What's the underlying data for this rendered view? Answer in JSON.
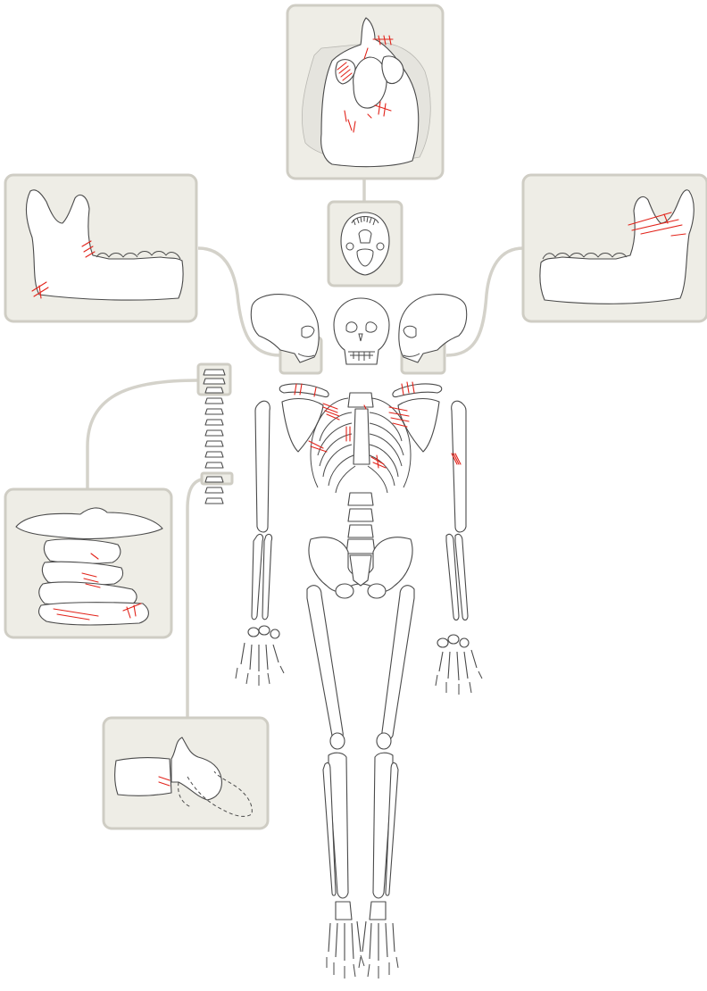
{
  "figure": {
    "background": "#ffffff",
    "colors": {
      "panel_fill": "#eeede6",
      "panel_border": "#cfcdc4",
      "connector": "#d4d2ca",
      "bone_outline": "#4a4a4a",
      "cut_marks": "#e2231a"
    },
    "insets": [
      {
        "id": "cranium-base",
        "icon": "cranium-inferior-icon"
      },
      {
        "id": "skull-inferior",
        "icon": "skull-inferior-icon"
      },
      {
        "id": "mandible-left",
        "icon": "mandible-icon"
      },
      {
        "id": "mandible-right",
        "icon": "mandible-icon"
      },
      {
        "id": "cervical-vertebrae",
        "icon": "vertebrae-icon"
      },
      {
        "id": "lumbar-vertebra",
        "icon": "vertebra-lateral-icon"
      }
    ]
  }
}
